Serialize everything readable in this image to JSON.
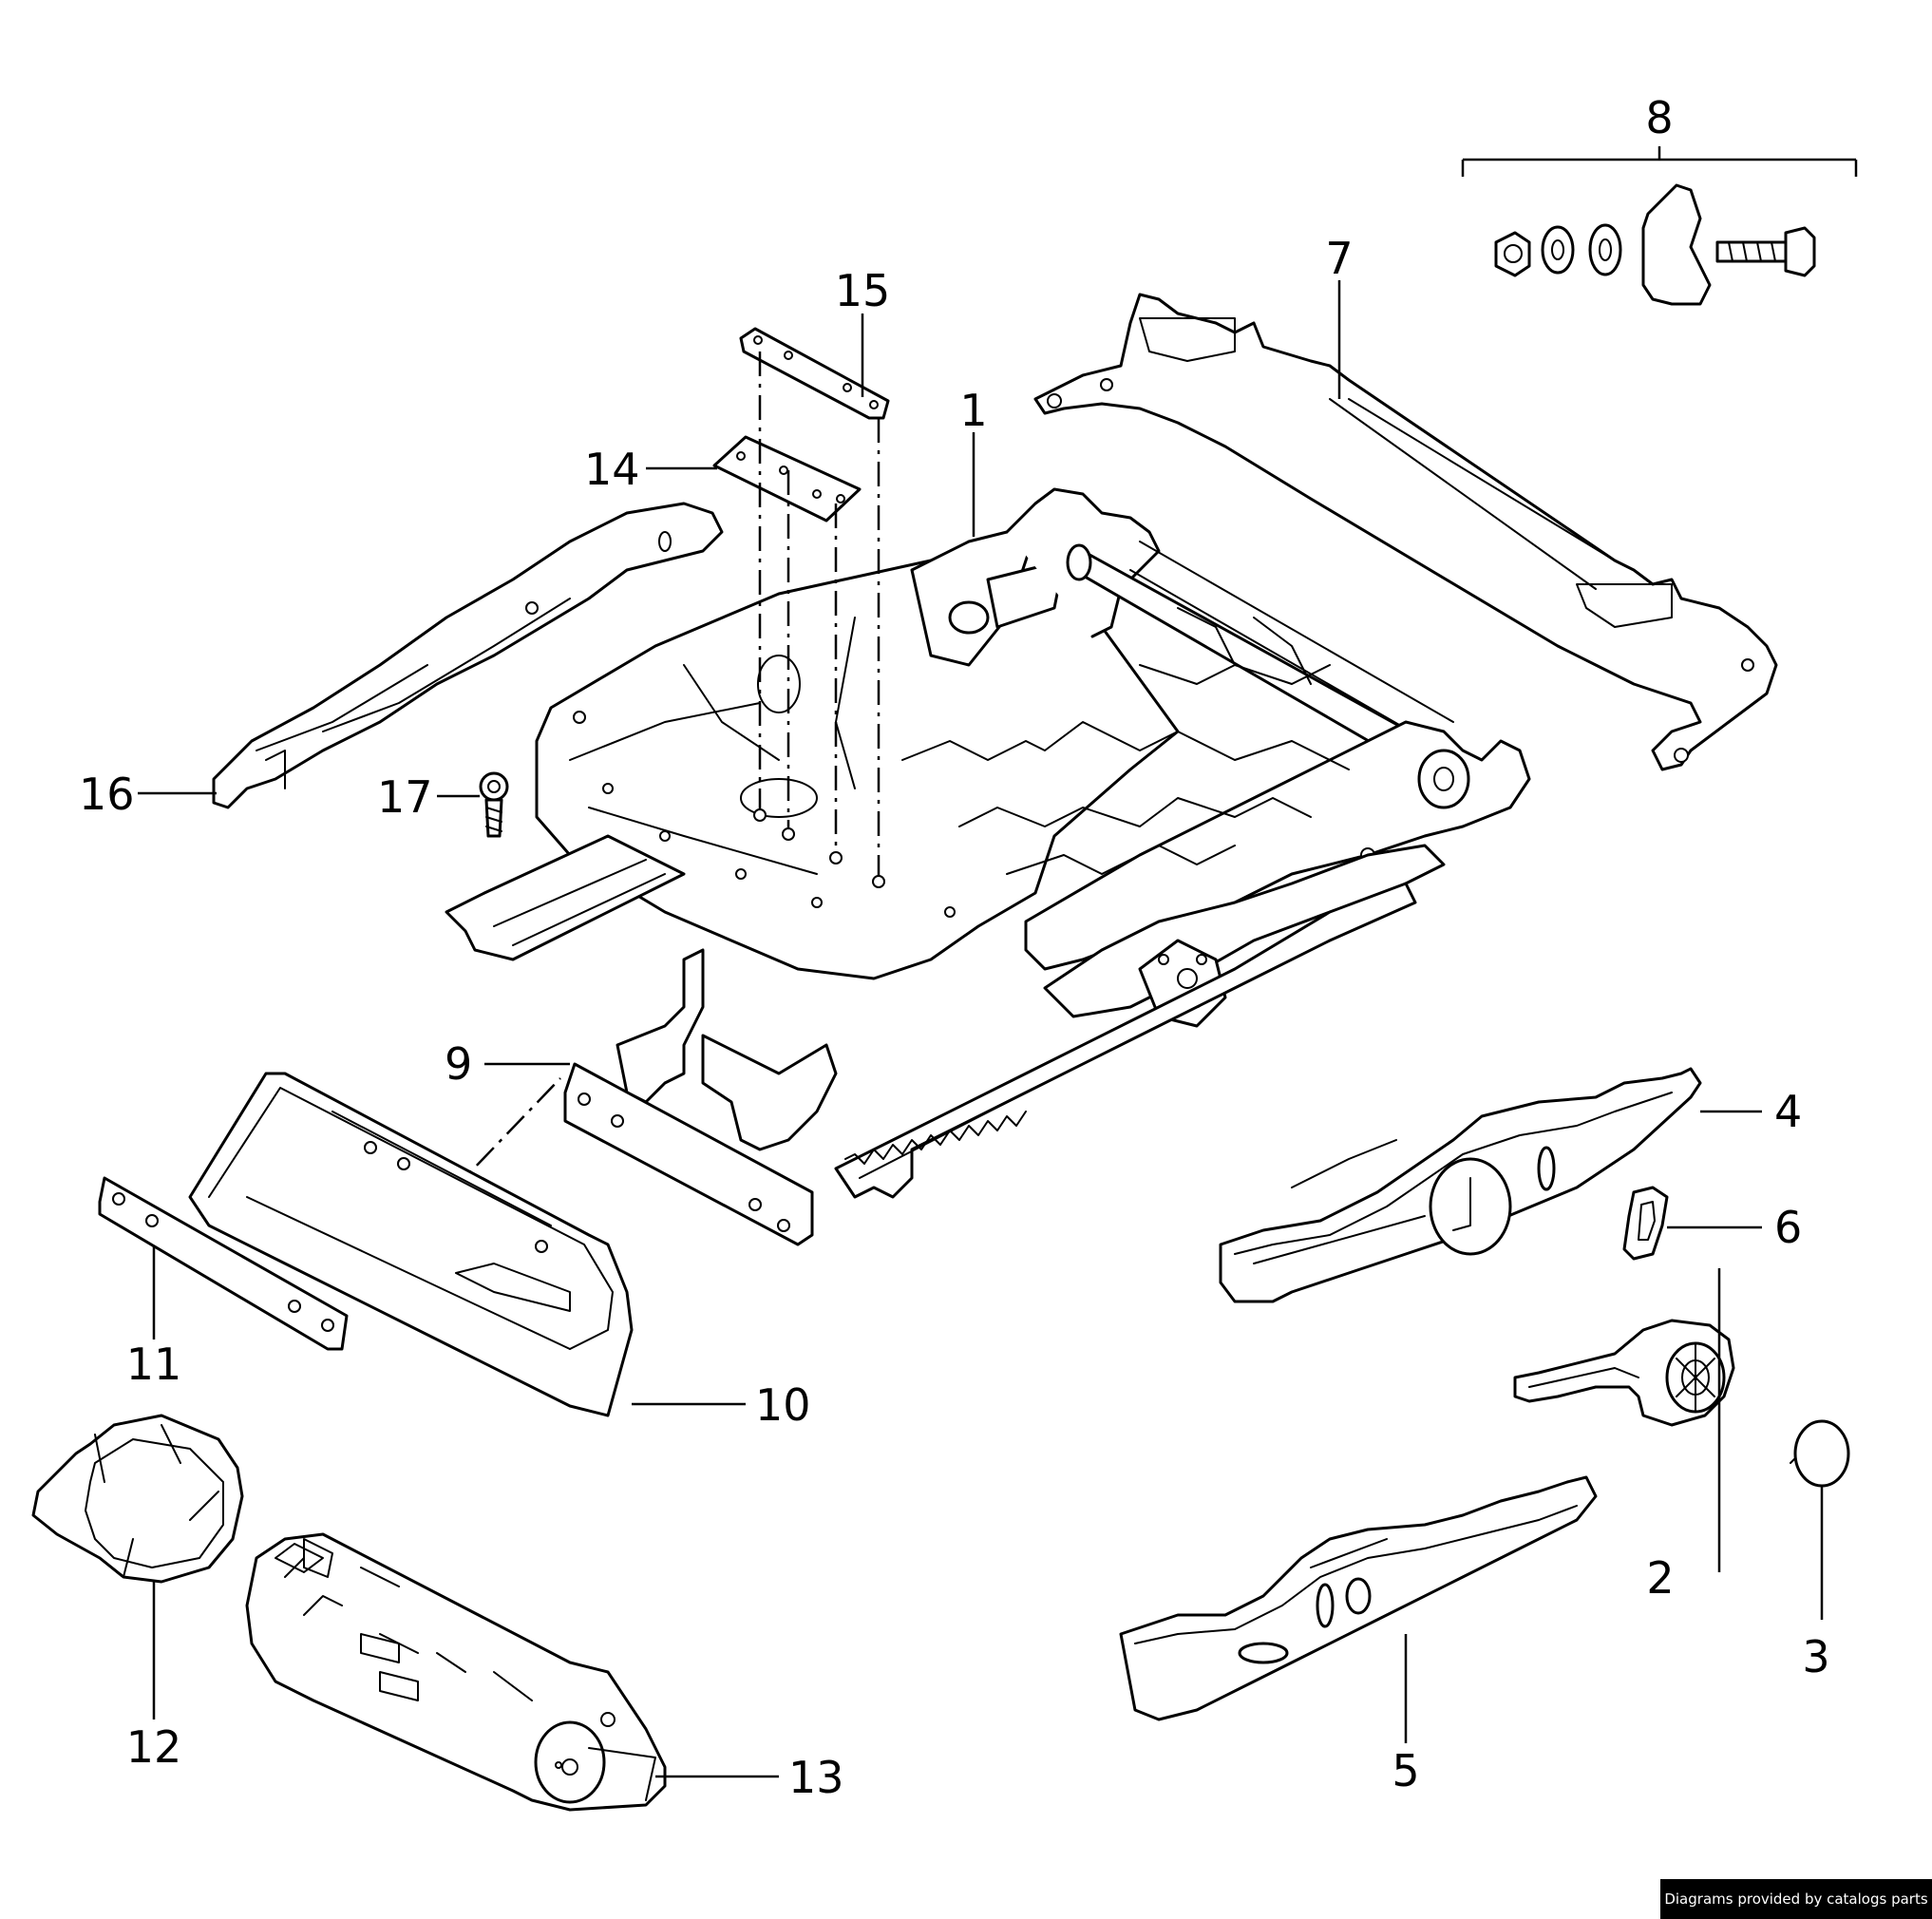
{
  "callouts": {
    "c1": "1",
    "c2": "2",
    "c3": "3",
    "c4": "4",
    "c5": "5",
    "c6": "6",
    "c7": "7",
    "c8": "8",
    "c9": "9",
    "c10": "10",
    "c11": "11",
    "c12": "12",
    "c13": "13",
    "c14": "14",
    "c15": "15",
    "c16": "16",
    "c17": "17"
  },
  "credit": "Diagrams provided by catalogs parts"
}
